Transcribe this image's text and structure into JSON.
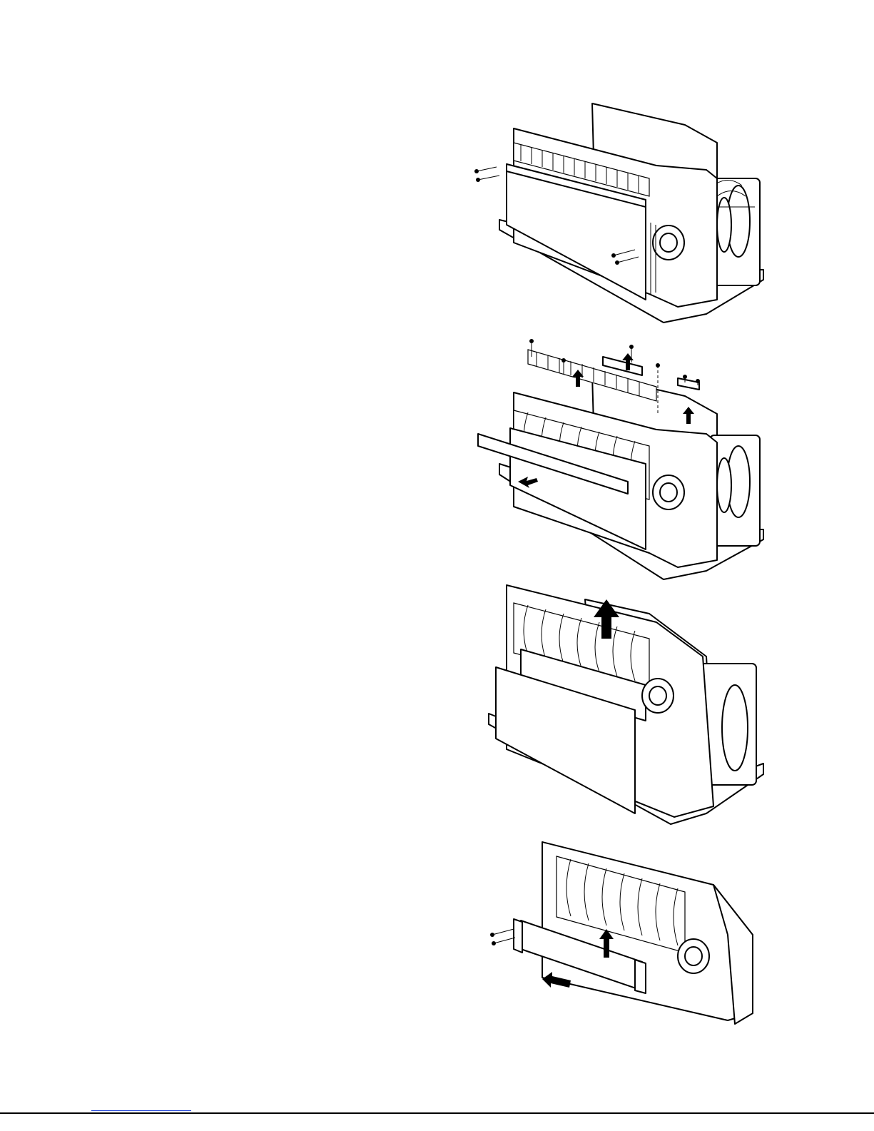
{
  "figures": [
    {
      "icon": "disassembly-step-1-illustration"
    },
    {
      "icon": "disassembly-step-2-illustration"
    },
    {
      "icon": "disassembly-step-3-illustration"
    },
    {
      "icon": "disassembly-step-4-illustration"
    }
  ],
  "colors": {
    "line": "#000000",
    "paper": "#ffffff",
    "link": "#1a3fd6"
  }
}
